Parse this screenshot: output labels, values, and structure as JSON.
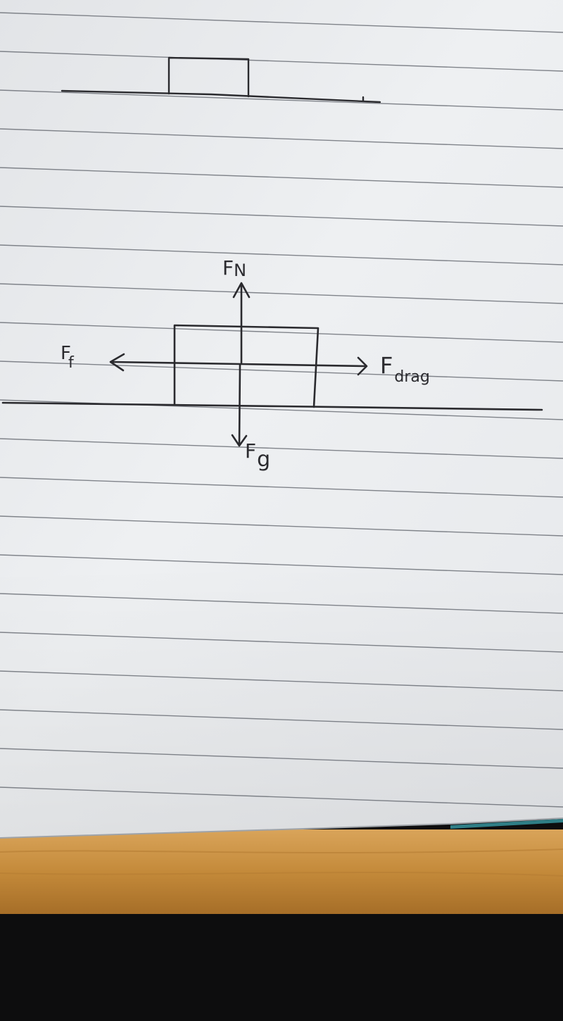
{
  "diagram": {
    "forces": {
      "normal": {
        "symbol": "F",
        "subscript": "N"
      },
      "friction": {
        "symbol": "F",
        "subscript": "f"
      },
      "drag": {
        "symbol": "F",
        "subscript": "drag"
      },
      "gravity": {
        "symbol": "F",
        "subscript": "g"
      }
    }
  },
  "colors": {
    "paper": "#eceef0",
    "rule_line": "#5c6068",
    "ink": "#2a2a2e",
    "desk_wood": "#c8913f",
    "background_dark": "#0d0d0e"
  }
}
